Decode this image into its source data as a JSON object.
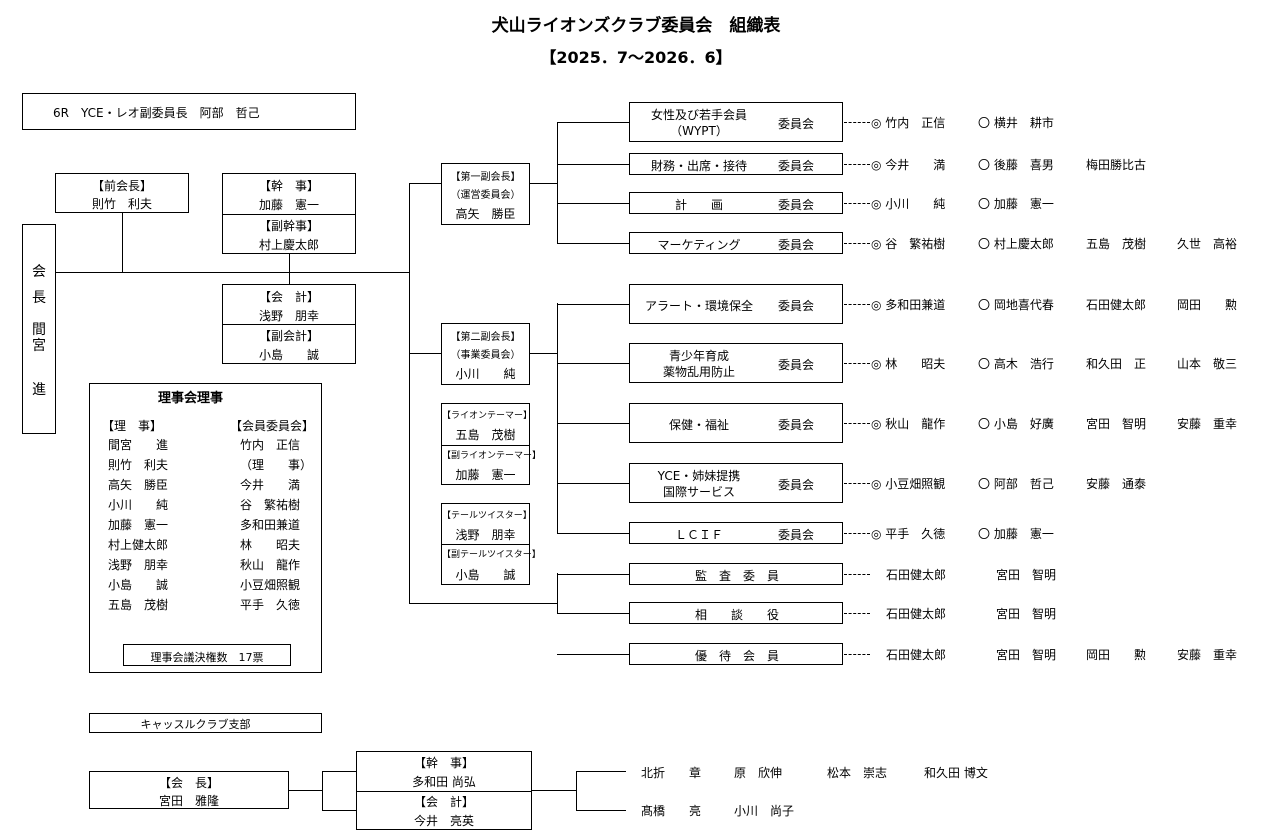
{
  "header": {
    "title": "犬山ライオンズクラブ委員会　組織表",
    "period": "【2025．7～2026．6】"
  },
  "district_note": "6R　YCE・レオ副委員長　阿部　哲己",
  "president": {
    "chars": [
      "会",
      "長",
      "間",
      "宮",
      "進"
    ]
  },
  "past_president": {
    "role": "【前会長】",
    "name": "則竹　利夫"
  },
  "secretary": {
    "role": "【幹　事】",
    "name": "加藤　憲一",
    "sub_role": "【副幹事】",
    "sub_name": "村上慶太郎"
  },
  "treasurer": {
    "role": "【会　計】",
    "name": "浅野　朋幸",
    "sub_role": "【副会計】",
    "sub_name": "小島　　誠"
  },
  "board": {
    "title": "理事会理事",
    "left_header": "【理　事】",
    "right_header": "【会員委員会】",
    "left": [
      "間宮　　進",
      "則竹　利夫",
      "高矢　勝臣",
      "小川　　純",
      "加藤　憲一",
      "村上健太郎",
      "浅野　朋幸",
      "小島　　誠",
      "五島　茂樹"
    ],
    "right": [
      "竹内　正信",
      "（理　　事）",
      "今井　　満",
      "谷　繁祐樹",
      "多和田兼道",
      "林　　昭夫",
      "秋山　龍作",
      "小豆畑照観",
      "平手　久徳"
    ],
    "vote_note": "理事会議決権数　17票"
  },
  "vp1": {
    "role": "【第一副会長】",
    "sub": "（運営委員会）",
    "name": "高矢　勝臣"
  },
  "vp2": {
    "role": "【第二副会長】",
    "sub": "（事業委員会）",
    "name": "小川　　純"
  },
  "lion_tamer": {
    "role": "【ライオンテーマー】",
    "name": "五島　茂樹",
    "sub_role": "【副ライオンテーマー】",
    "sub_name": "加藤　憲一"
  },
  "tail_twister": {
    "role": "【テールツイスター】",
    "name": "浅野　朋幸",
    "sub_role": "【副テールツイスター】",
    "sub_name": "小島　　誠"
  },
  "committees": [
    {
      "name": [
        "女性及び若手会員",
        "（WYPT）"
      ],
      "suffix": "委員会",
      "chair": "◎ 竹内　正信",
      "members": [
        "〇 横井　耕市"
      ]
    },
    {
      "name": [
        "財務・出席・接待"
      ],
      "suffix": "委員会",
      "chair": "◎ 今井　　満",
      "members": [
        "〇 後藤　喜男",
        "梅田勝比古"
      ]
    },
    {
      "name": [
        "計　　画"
      ],
      "suffix": "委員会",
      "chair": "◎ 小川　　純",
      "members": [
        "〇 加藤　憲一"
      ]
    },
    {
      "name": [
        "マーケティング"
      ],
      "suffix": "委員会",
      "chair": "◎ 谷　繁祐樹",
      "members": [
        "〇 村上慶太郎",
        "五島　茂樹",
        "久世　高裕"
      ]
    },
    {
      "name": [
        "アラート・環境保全"
      ],
      "suffix": "委員会",
      "chair": "◎ 多和田兼道",
      "members": [
        "〇 岡地喜代春",
        "石田健太郎",
        "岡田　　勲"
      ]
    },
    {
      "name": [
        "青少年育成",
        "薬物乱用防止"
      ],
      "suffix": "委員会",
      "chair": "◎ 林　　昭夫",
      "members": [
        "〇 高木　浩行",
        "和久田　正",
        "山本　敬三"
      ]
    },
    {
      "name": [
        "保健・福祉"
      ],
      "suffix": "委員会",
      "chair": "◎ 秋山　龍作",
      "members": [
        "〇 小島　好廣",
        "宮田　智明",
        "安藤　重幸"
      ]
    },
    {
      "name": [
        "YCE・姉妹提携",
        "国際サービス"
      ],
      "suffix": "委員会",
      "chair": "◎ 小豆畑照観",
      "members": [
        "〇 阿部　哲己",
        "安藤　通泰"
      ]
    },
    {
      "name": [
        "ＬＣＩＦ"
      ],
      "suffix": "委員会",
      "chair": "◎ 平手　久徳",
      "members": [
        "〇 加藤　憲一"
      ]
    },
    {
      "name": [
        "監　査　委　員"
      ],
      "suffix": "",
      "chair": "",
      "members": [
        "石田健太郎",
        "宮田　智明"
      ]
    },
    {
      "name": [
        "相　　談　　役"
      ],
      "suffix": "",
      "chair": "",
      "members": [
        "石田健太郎",
        "宮田　智明"
      ]
    },
    {
      "name": [
        "優　待　会　員"
      ],
      "suffix": "",
      "chair": "",
      "members": [
        "石田健太郎",
        "宮田　智明",
        "岡田　　勲",
        "安藤　重幸"
      ]
    }
  ],
  "castle": {
    "title": "キャッスルクラブ支部",
    "president_role": "【会　長】",
    "president_name": "宮田　雅隆",
    "secretary_role": "【幹　事】",
    "secretary_name": "多和田 尚弘",
    "treasurer_role": "【会　計】",
    "treasurer_name": "今井　亮英",
    "members_row1": [
      "北折　　章",
      "原　欣伸",
      "松本　崇志",
      "和久田 博文"
    ],
    "members_row2": [
      "髙橋　　亮",
      "小川　尚子"
    ]
  }
}
